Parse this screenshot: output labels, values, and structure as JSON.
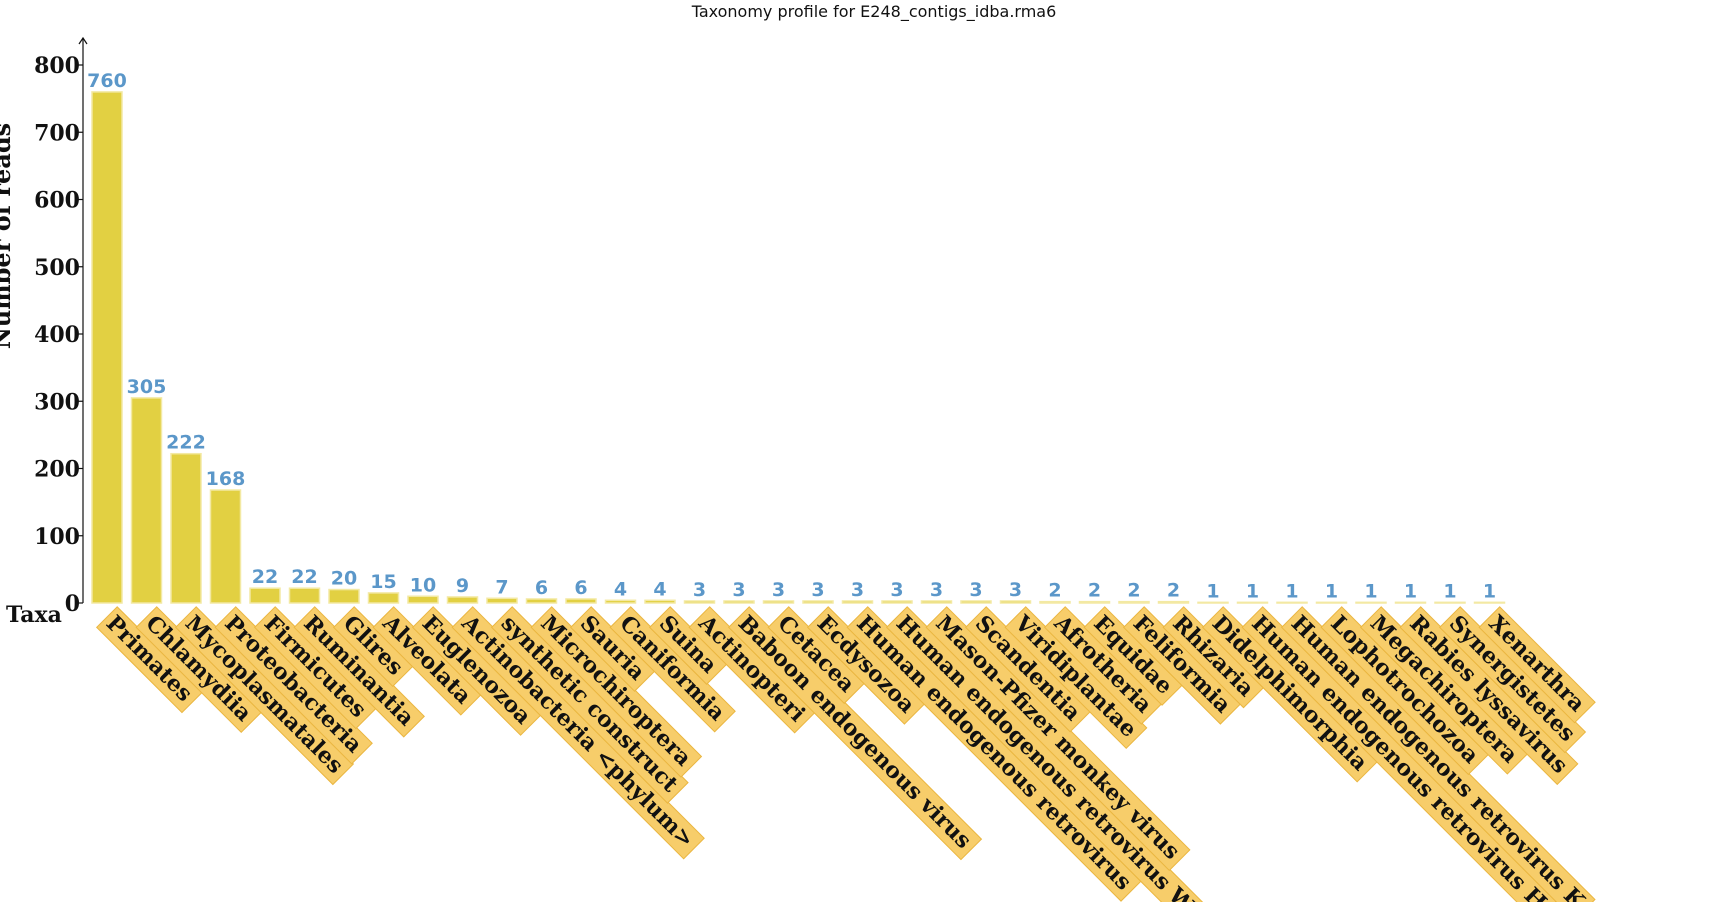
{
  "chart_data": {
    "type": "bar",
    "title": "Taxonomy profile for E248_contigs_idba.rma6",
    "xlabel": "Taxa",
    "ylabel": "Number of reads",
    "ylim": [
      0,
      840
    ],
    "yticks": [
      0,
      100,
      200,
      300,
      400,
      500,
      600,
      700,
      800
    ],
    "categories": [
      "Primates",
      "Chlamydiia",
      "Mycoplasmatales",
      "Proteobacteria",
      "Firmicutes",
      "Ruminantia",
      "Glires",
      "Alveolata",
      "Euglenozoa",
      "Actinobacteria <phylum>",
      "synthetic construct",
      "Microchiroptera",
      "Sauria",
      "Caniformia",
      "Suina",
      "Actinopteri",
      "Baboon endogenous virus",
      "Cetacea",
      "Ecdysozoa",
      "Human endogenous retrovirus",
      "Human endogenous retrovirus W",
      "Mason-Pfizer monkey virus",
      "Scandentia",
      "Viridiplantae",
      "Afrotheria",
      "Equidae",
      "Feliformia",
      "Rhizaria",
      "Didelphimorphia",
      "Human endogenous retrovirus H",
      "Human endogenous retrovirus K",
      "Lophotrochozoa",
      "Megachiroptera",
      "Rabies lyssavirus",
      "Synergistetes",
      "Xenarthra"
    ],
    "values": [
      760,
      305,
      222,
      168,
      22,
      22,
      20,
      15,
      10,
      9,
      7,
      6,
      6,
      4,
      4,
      3,
      3,
      3,
      3,
      3,
      3,
      3,
      3,
      3,
      2,
      2,
      2,
      2,
      1,
      1,
      1,
      1,
      1,
      1,
      1,
      1
    ],
    "grid": false,
    "legend": "none",
    "colors": {
      "bar": "#e2d042",
      "bar_stroke": "#f3e9a3",
      "value_label": "#5b97c9",
      "label_box": "#f7cd6a",
      "label_box_stroke": "#eab640",
      "axis": "#111111"
    }
  }
}
